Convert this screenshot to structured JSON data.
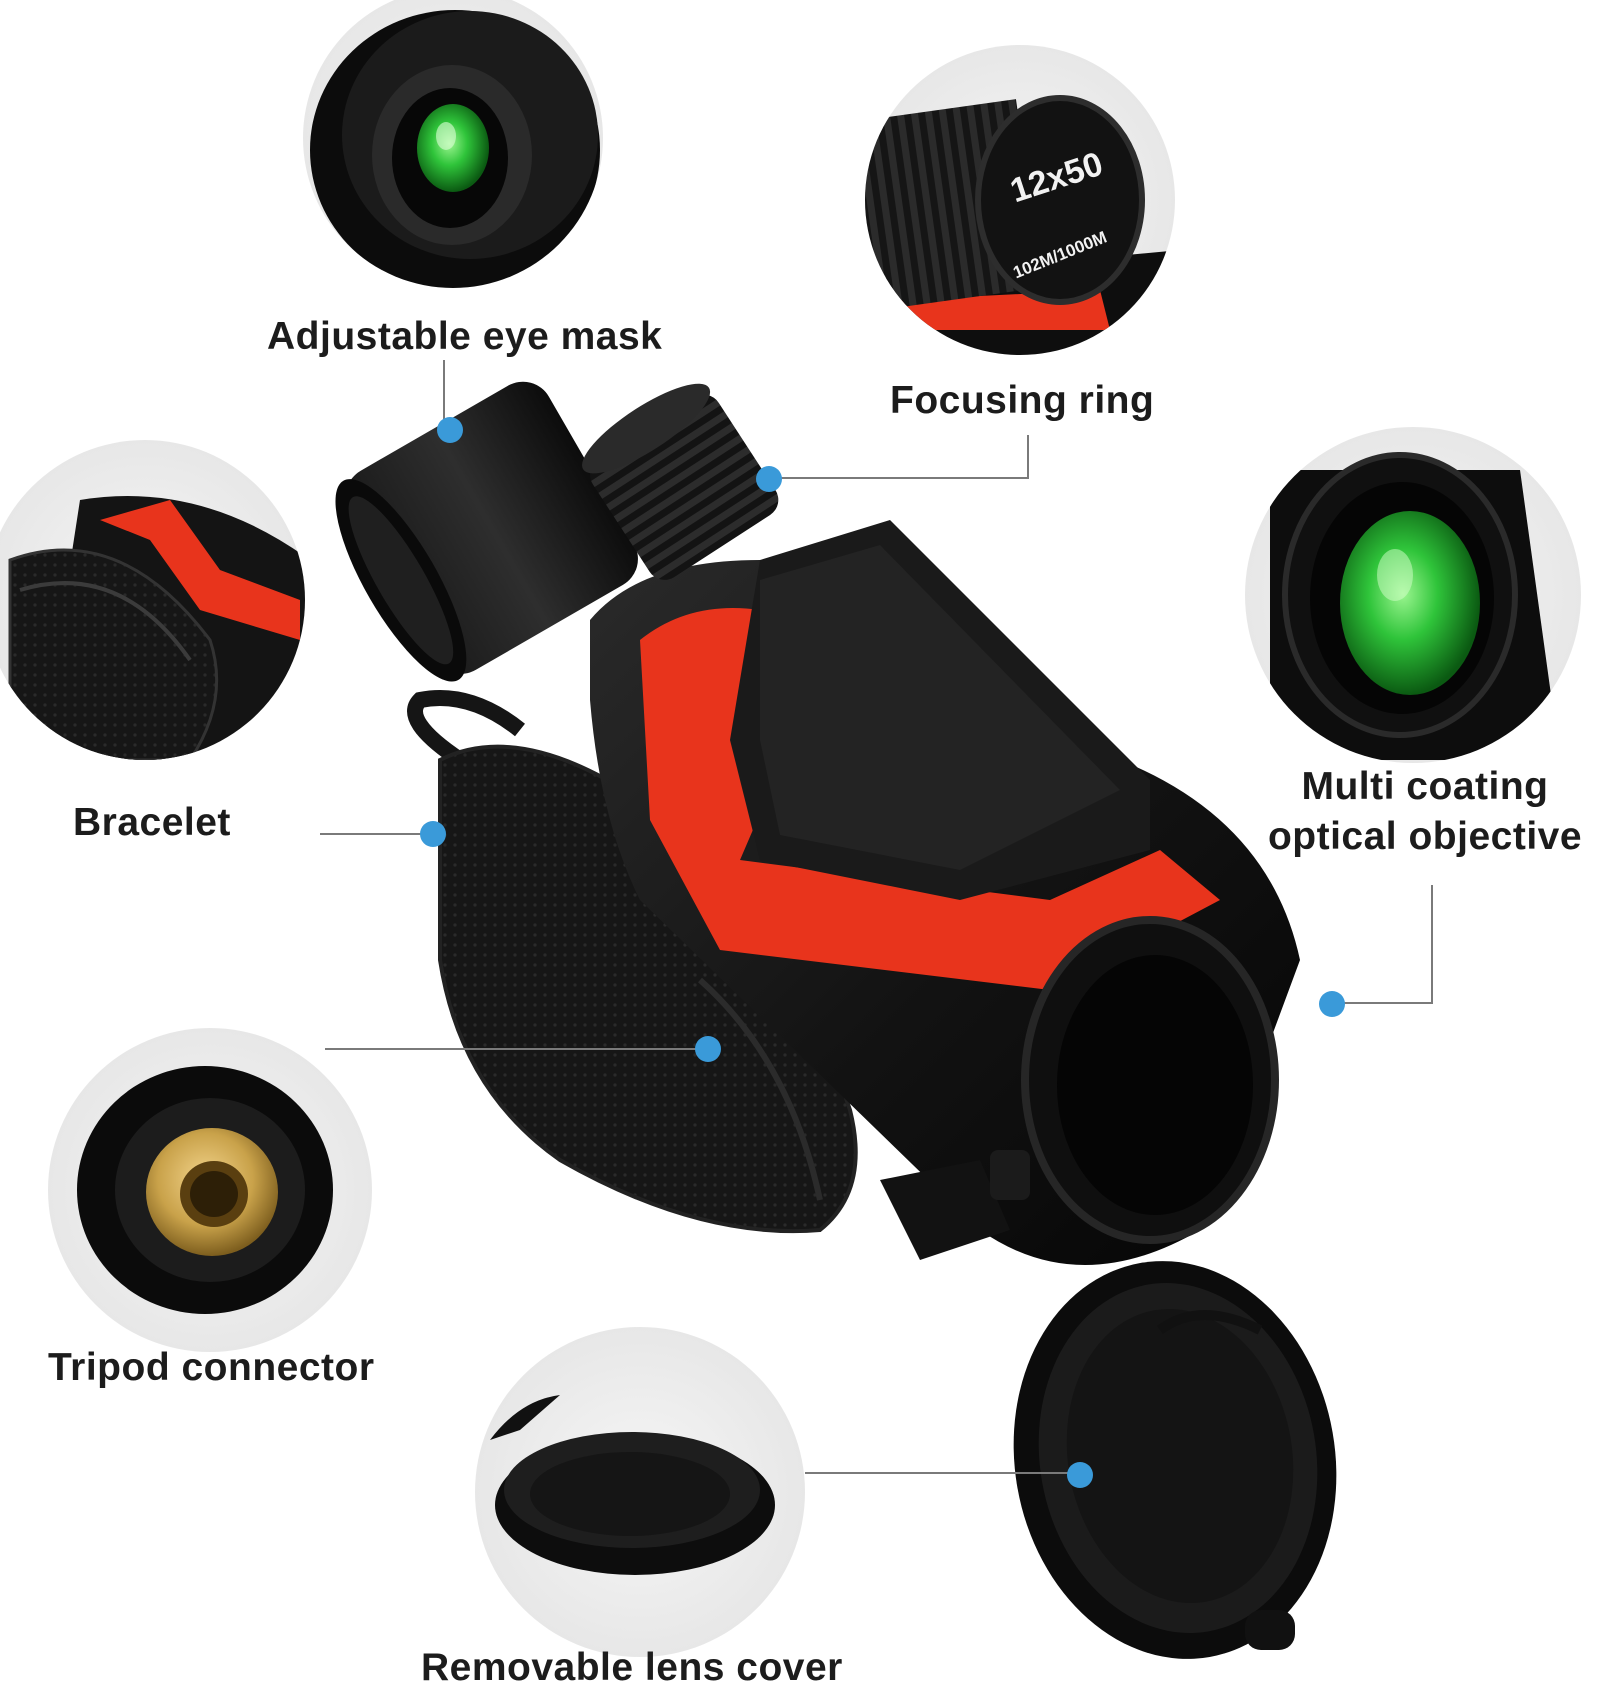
{
  "labels": {
    "eye_mask": "Adjustable eye mask",
    "focusing_ring": "Focusing ring",
    "bracelet": "Bracelet",
    "objective_line1": "Multi coating",
    "objective_line2": "optical objective",
    "tripod": "Tripod connector",
    "lens_cover": "Removable lens cover"
  },
  "knob_text": {
    "magnification": "12x50",
    "field_of_view": "102M/1000M"
  },
  "colors": {
    "accent_red": "#e8341c",
    "body_black": "#111111",
    "lens_green": "#2fc43a",
    "brass": "#c9a24a",
    "callout_dot": "#3a9ad9",
    "callout_line": "#7a7a7a",
    "bubble_bg": "#efefef"
  }
}
